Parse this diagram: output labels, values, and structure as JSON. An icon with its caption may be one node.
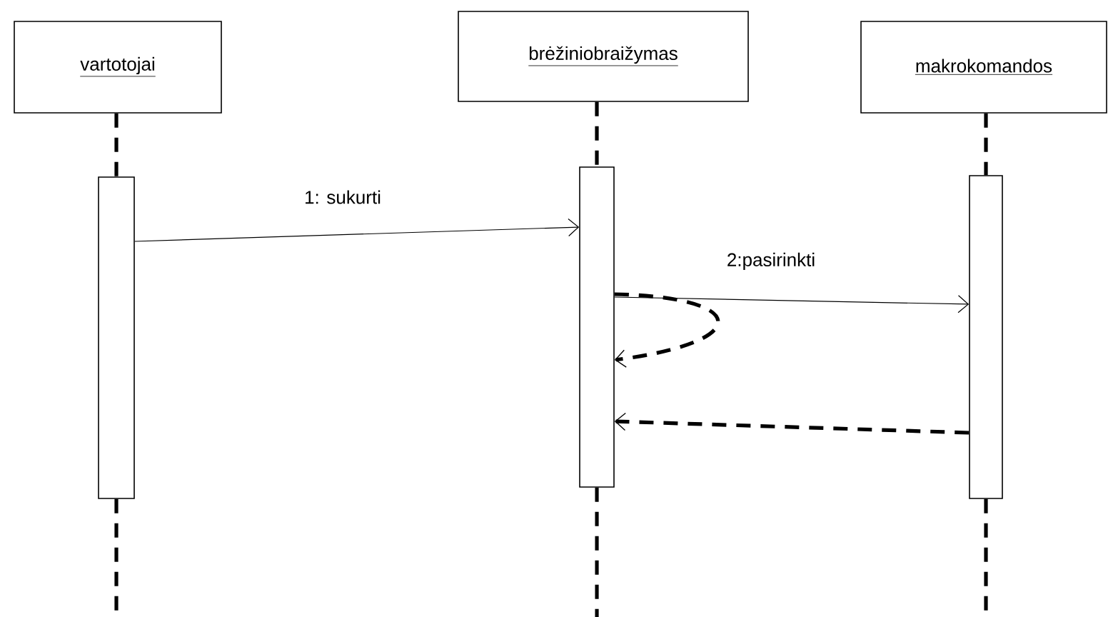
{
  "diagram": {
    "nodes": [
      {
        "text": [
          "vartotojai"
        ]
      },
      {
        "text": [
          "brėžiniobraižymas"
        ]
      },
      {
        "text": [
          "makrokomandos"
        ]
      },
      {
        "text": [],
        "shape": "bar"
      },
      {
        "text": [],
        "shape": "bar"
      },
      {
        "text": [],
        "shape": "bar"
      }
    ],
    "edges": [
      {
        "from": 0,
        "to": 3,
        "arrow": "none",
        "style": "dashed"
      },
      {
        "from": 3,
        "to": null,
        "arrow": "none",
        "style": "dashed"
      },
      {
        "from": 1,
        "to": 4,
        "arrow": "none",
        "style": "dashed"
      },
      {
        "from": 4,
        "to": null,
        "arrow": "none",
        "style": "dashed"
      },
      {
        "from": 2,
        "to": 5,
        "arrow": "none",
        "style": "dashed"
      },
      {
        "from": 5,
        "to": null,
        "arrow": "none",
        "style": "dashed"
      },
      {
        "from": 3,
        "to": 4,
        "arrow": "to",
        "label": "1: sukurti"
      },
      {
        "from": 4,
        "to": 5,
        "arrow": "to",
        "label": "2:pasirinkti"
      },
      {
        "from": 4,
        "to": 4,
        "arrow": "to",
        "style": "dashed"
      },
      {
        "from": 5,
        "to": 4,
        "arrow": "to",
        "style": "dashed"
      }
    ]
  }
}
